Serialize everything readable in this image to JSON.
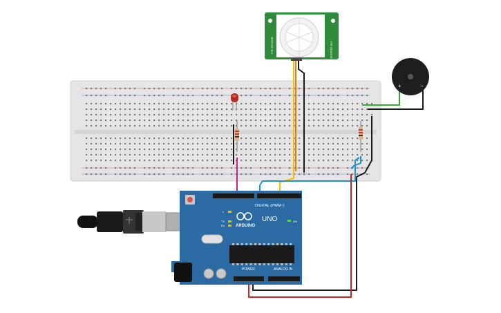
{
  "colors": {
    "background": "#ffffff",
    "breadboard": "#e6e6e6",
    "board": "#2b6aa3",
    "sensor_board": "#2e8b3a",
    "led": "#c0392b",
    "wire_yellow": "#f2c200",
    "wire_black": "#1a1a1a",
    "wire_blue": "#1e90d6",
    "wire_red": "#d62020",
    "wire_green": "#3aa83a",
    "wire_magenta": "#c0238c"
  },
  "icons": {
    "usb_cable": "usb-cable-icon",
    "power_jack": "dc-jack-icon",
    "chip": "microcontroller-chip-icon",
    "buzzer": "piezo-buzzer-icon",
    "pir": "pir-sensor-icon"
  },
  "arduino": {
    "brand": "ARDUINO",
    "model": "UNO",
    "digital_label": "DIGITAL (PWM~)",
    "power_label": "POWER",
    "analog_label": "ANALOG IN",
    "tx_label": "TX",
    "rx_label": "RX",
    "l_label": "L",
    "on_label": "ON"
  },
  "pir": {
    "left_label": "PIR SENSOR",
    "right_label": "PIR SENSOR"
  },
  "buzzer": {
    "plus": "+",
    "minus": "−"
  }
}
